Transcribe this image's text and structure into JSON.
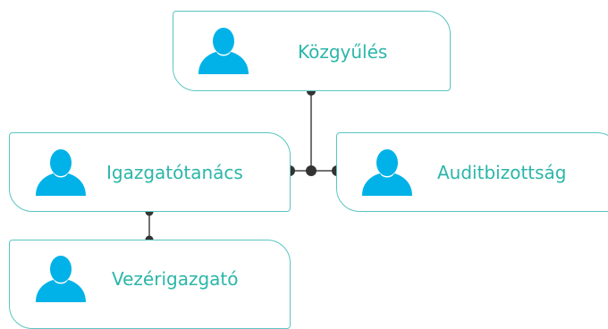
{
  "nodes": {
    "kozgyules": {
      "label": "Közgyűlés",
      "icon": "person-icon"
    },
    "igazgatotanacs": {
      "label": "Igazgatótanács",
      "icon": "person-icon"
    },
    "auditbizottsag": {
      "label": "Auditbizottság",
      "icon": "person-icon"
    },
    "vezerigazgato": {
      "label": "Vezérigazgató",
      "icon": "person-icon"
    }
  },
  "colors": {
    "text": "#2bb6a9",
    "border": "#5ac5c1",
    "avatar": "#00b2e8",
    "connector": "#333333"
  }
}
